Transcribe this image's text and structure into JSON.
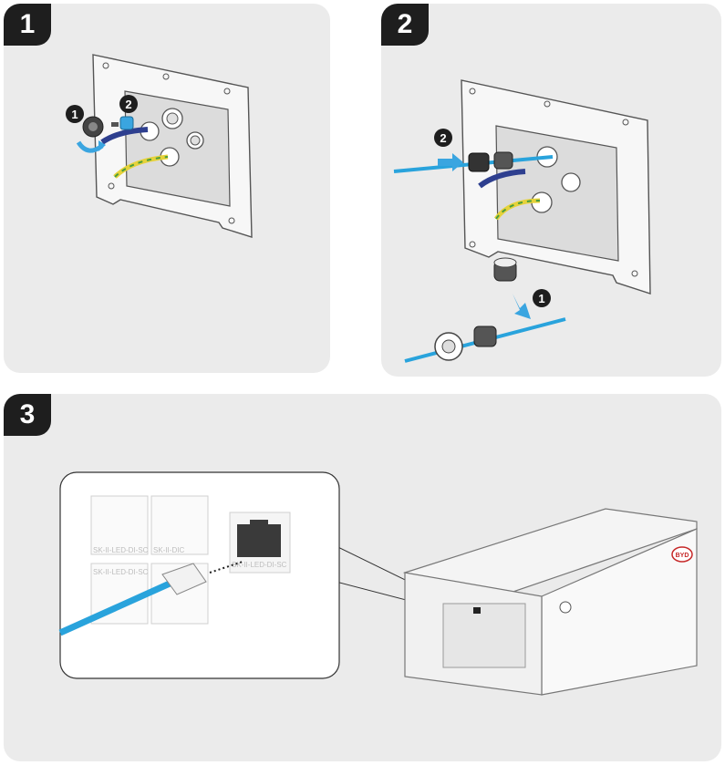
{
  "steps": [
    {
      "number": "1",
      "callouts": [
        "1",
        "2"
      ]
    },
    {
      "number": "2",
      "callouts": [
        "2",
        "1"
      ]
    },
    {
      "number": "3"
    }
  ],
  "port_labels": {
    "top_left": "SK-II-LED-DI-SC",
    "top_mid": "SK-II-DIC",
    "bottom_left": "SK-II-LED-DI-SC",
    "right": "SK-II-LED-DI-SC"
  },
  "logo_text": "BYD",
  "colors": {
    "panel": "#ebebeb",
    "badge": "#1e1e1e",
    "cable_blue": "#29a3dc",
    "arrow_blue": "#3aa5e0",
    "wire_navy": "#2e3f8f",
    "wire_yellow": "#e6d23a",
    "wire_green": "#4a9d3c",
    "logo_red": "#c62828"
  }
}
